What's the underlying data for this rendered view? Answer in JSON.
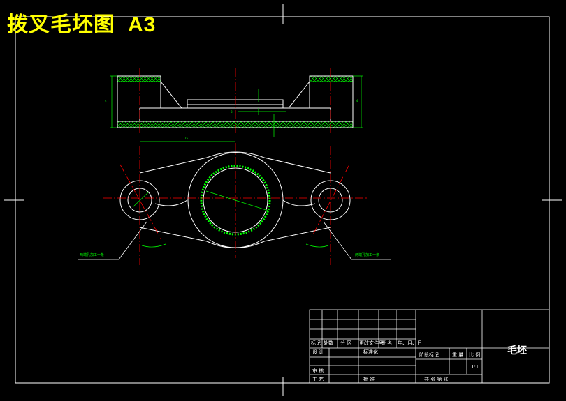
{
  "drawing": {
    "title": "拨叉毛坯图",
    "sheet_size": "A3",
    "part_name": "毛坯",
    "notes": {
      "left": "两端孔加工一条",
      "right": "两端孔加工一条"
    },
    "dimensions": {
      "length": "75",
      "height_left": "4",
      "height_right": "4",
      "center": "8",
      "thickness": "4"
    }
  },
  "title_block": {
    "row_labels": [
      "标记",
      "处数",
      "分 区",
      "更改文件号",
      "签 名",
      "年、月、日"
    ],
    "design": "设 计",
    "standard": "标准化",
    "review": "审 核",
    "process": "工 艺",
    "approve": "批 准",
    "stage_mark": "阶段标记",
    "weight": "重 量",
    "scale": "比 例",
    "scale_value": "1:1",
    "sheets": "共   张  第   张"
  },
  "colors": {
    "background": "#000000",
    "lines": "#ffffff",
    "centerlines": "#ff0000",
    "hatch": "#00ff00",
    "title": "#ffff00"
  }
}
